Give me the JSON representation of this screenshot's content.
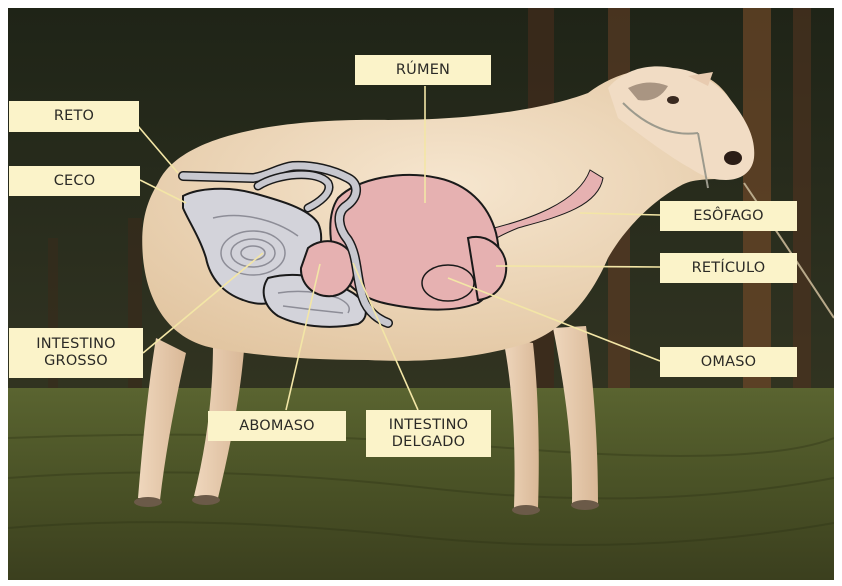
{
  "labels": {
    "rumen": "RÚMEN",
    "reto": "RETO",
    "ceco": "CECO",
    "esofago": "ESÔFAGO",
    "reticulo": "RETÍCULO",
    "intestino_grosso": "INTESTINO\nGROSSO",
    "omaso": "OMASO",
    "abomaso": "ABOMASO",
    "intestino_delgado": "INTESTINO\nDELGADO"
  },
  "colors": {
    "label_fill": "#fbf3c9",
    "leader_line": "#f3e6a6",
    "stomach": "#e6b1b1",
    "intestine": "#d3d3da",
    "outline": "#1a1a1a",
    "wool": "#efd9bd",
    "grass": "#4c5529",
    "trees": "#2a2c1e"
  }
}
